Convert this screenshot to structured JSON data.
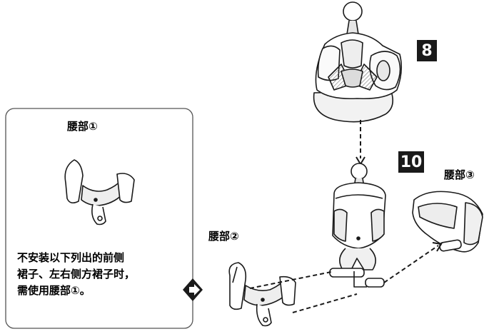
{
  "steps": {
    "step_a": "8",
    "step_b": "10"
  },
  "parts": {
    "waist1": "腰部①",
    "waist2": "腰部②",
    "waist3": "腰部③"
  },
  "note": {
    "line1": "不安装以下列出的前侧",
    "line2": "裙子、左右侧方裙子时，",
    "line3": "需使用腰部①。"
  },
  "colors": {
    "ink": "#1a1a1a",
    "plastic": "#f2f2f2",
    "shade": "#9a9a9a"
  },
  "icons": [
    "diamond-marker-icon"
  ]
}
